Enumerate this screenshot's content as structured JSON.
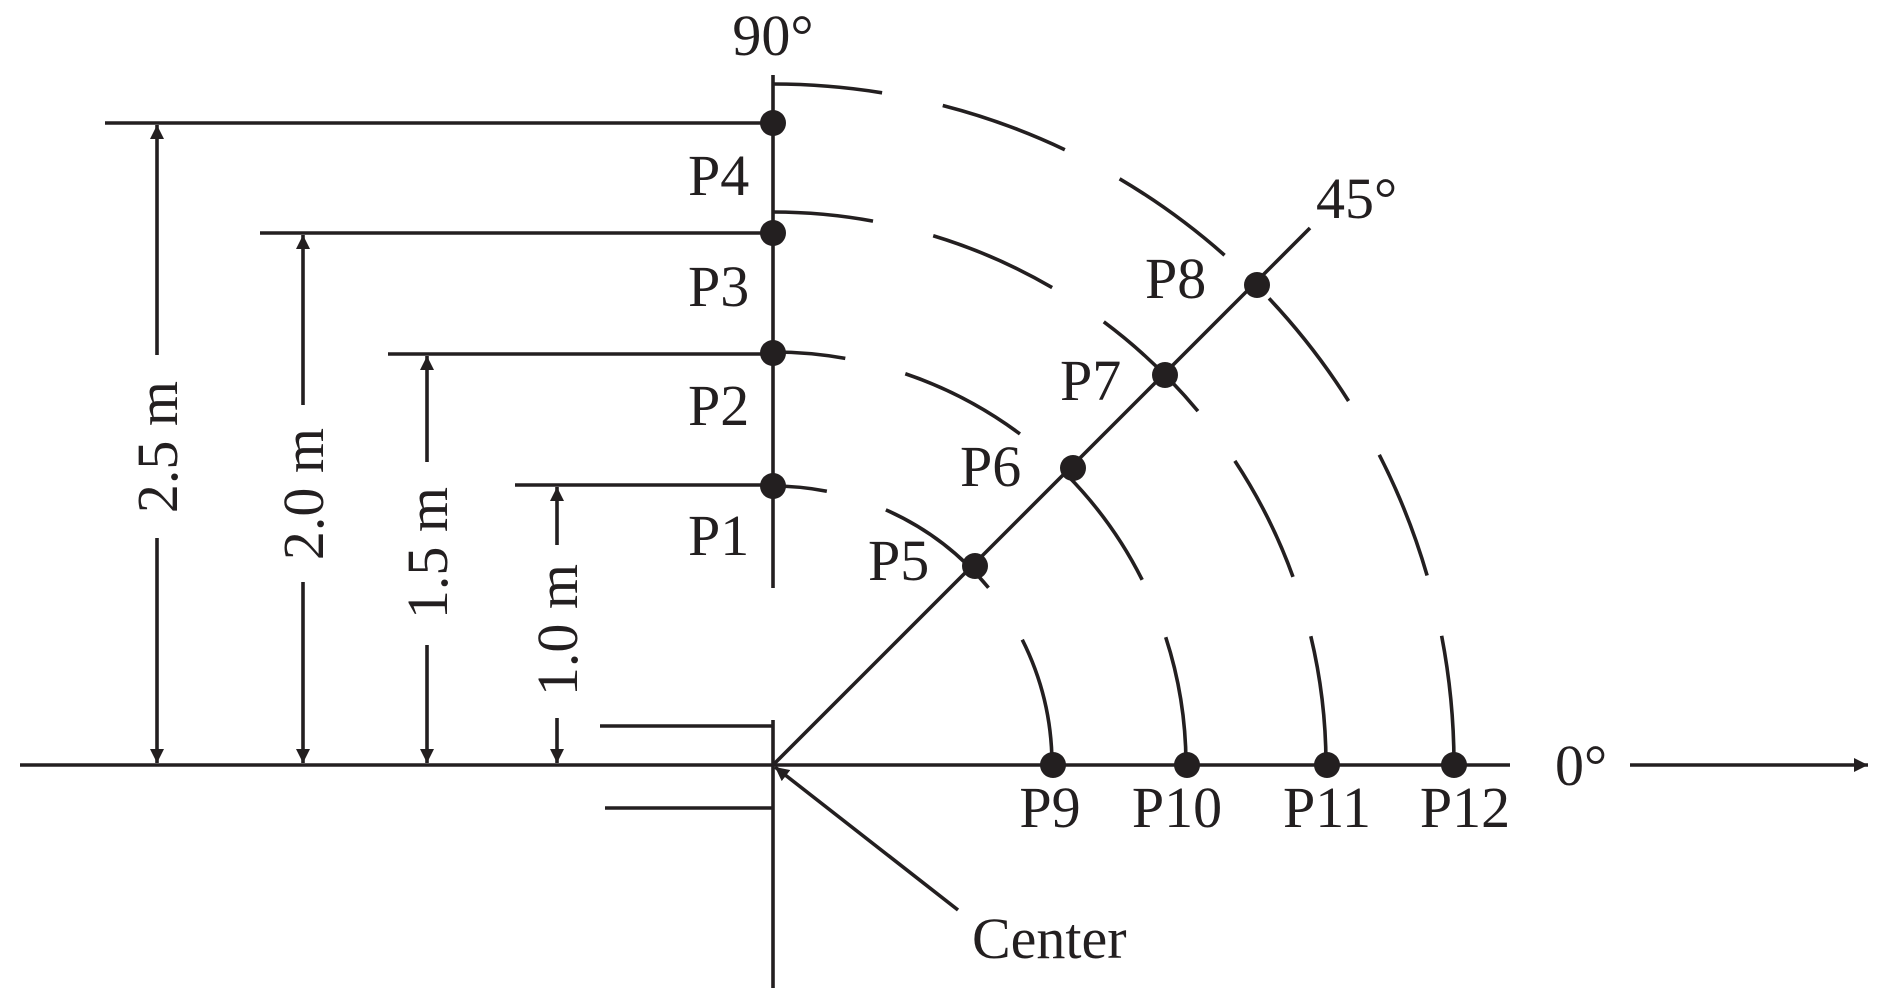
{
  "angles": {
    "deg90": "90°",
    "deg45": "45°",
    "deg0": "0°"
  },
  "dimensions": [
    "2.5 m",
    "2.0 m",
    "1.5 m",
    "1.0 m"
  ],
  "points": [
    "P1",
    "P2",
    "P3",
    "P4",
    "P5",
    "P6",
    "P7",
    "P8",
    "P9",
    "P10",
    "P11",
    "P12"
  ],
  "center_label": "Center",
  "colors": {
    "ink": "#231f20",
    "background": "#ffffff"
  }
}
